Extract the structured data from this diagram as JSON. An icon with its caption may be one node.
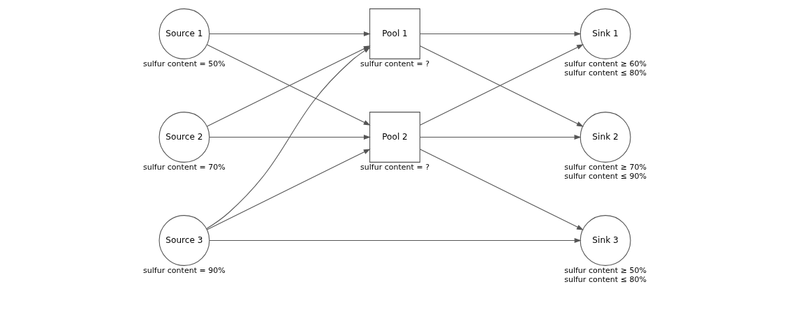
{
  "diagram": {
    "nodes": [
      {
        "text": [
          "Source 1"
        ],
        "beside": [
          "sulfur content = 50%"
        ]
      },
      {
        "text": [
          "Source 2"
        ],
        "beside": [
          "sulfur content = 70%"
        ]
      },
      {
        "text": [
          "Source 3"
        ],
        "beside": [
          "sulfur content = 90%"
        ]
      },
      {
        "text": [
          "Pool 1"
        ],
        "beside": [
          "sulfur content = ?"
        ]
      },
      {
        "text": [
          "Pool 2"
        ],
        "beside": [
          "sulfur content = ?"
        ]
      },
      {
        "text": [
          "Sink 1"
        ],
        "beside": [
          "sulfur content ≥ 60%",
          "sulfur content ≤ 80%"
        ]
      },
      {
        "text": [
          "Sink 2"
        ],
        "beside": [
          "sulfur content ≥ 70%",
          "sulfur content ≤ 90%"
        ]
      },
      {
        "text": [
          "Sink 3"
        ],
        "beside": [
          "sulfur content ≥ 50%",
          "sulfur content ≤ 80%"
        ]
      }
    ],
    "edges": [
      {
        "from": 0,
        "to": 3,
        "arrow": "to"
      },
      {
        "from": 0,
        "to": 4,
        "arrow": "to"
      },
      {
        "from": 1,
        "to": 3,
        "arrow": "to"
      },
      {
        "from": 1,
        "to": 4,
        "arrow": "to"
      },
      {
        "from": 2,
        "to": 3,
        "arrow": "to"
      },
      {
        "from": 2,
        "to": 4,
        "arrow": "to"
      },
      {
        "from": 2,
        "to": 7,
        "arrow": "to"
      },
      {
        "from": 3,
        "to": 5,
        "arrow": "to"
      },
      {
        "from": 3,
        "to": 6,
        "arrow": "to"
      },
      {
        "from": 4,
        "to": 5,
        "arrow": "to"
      },
      {
        "from": 4,
        "to": 6,
        "arrow": "to"
      },
      {
        "from": 4,
        "to": 7,
        "arrow": "to"
      }
    ]
  }
}
